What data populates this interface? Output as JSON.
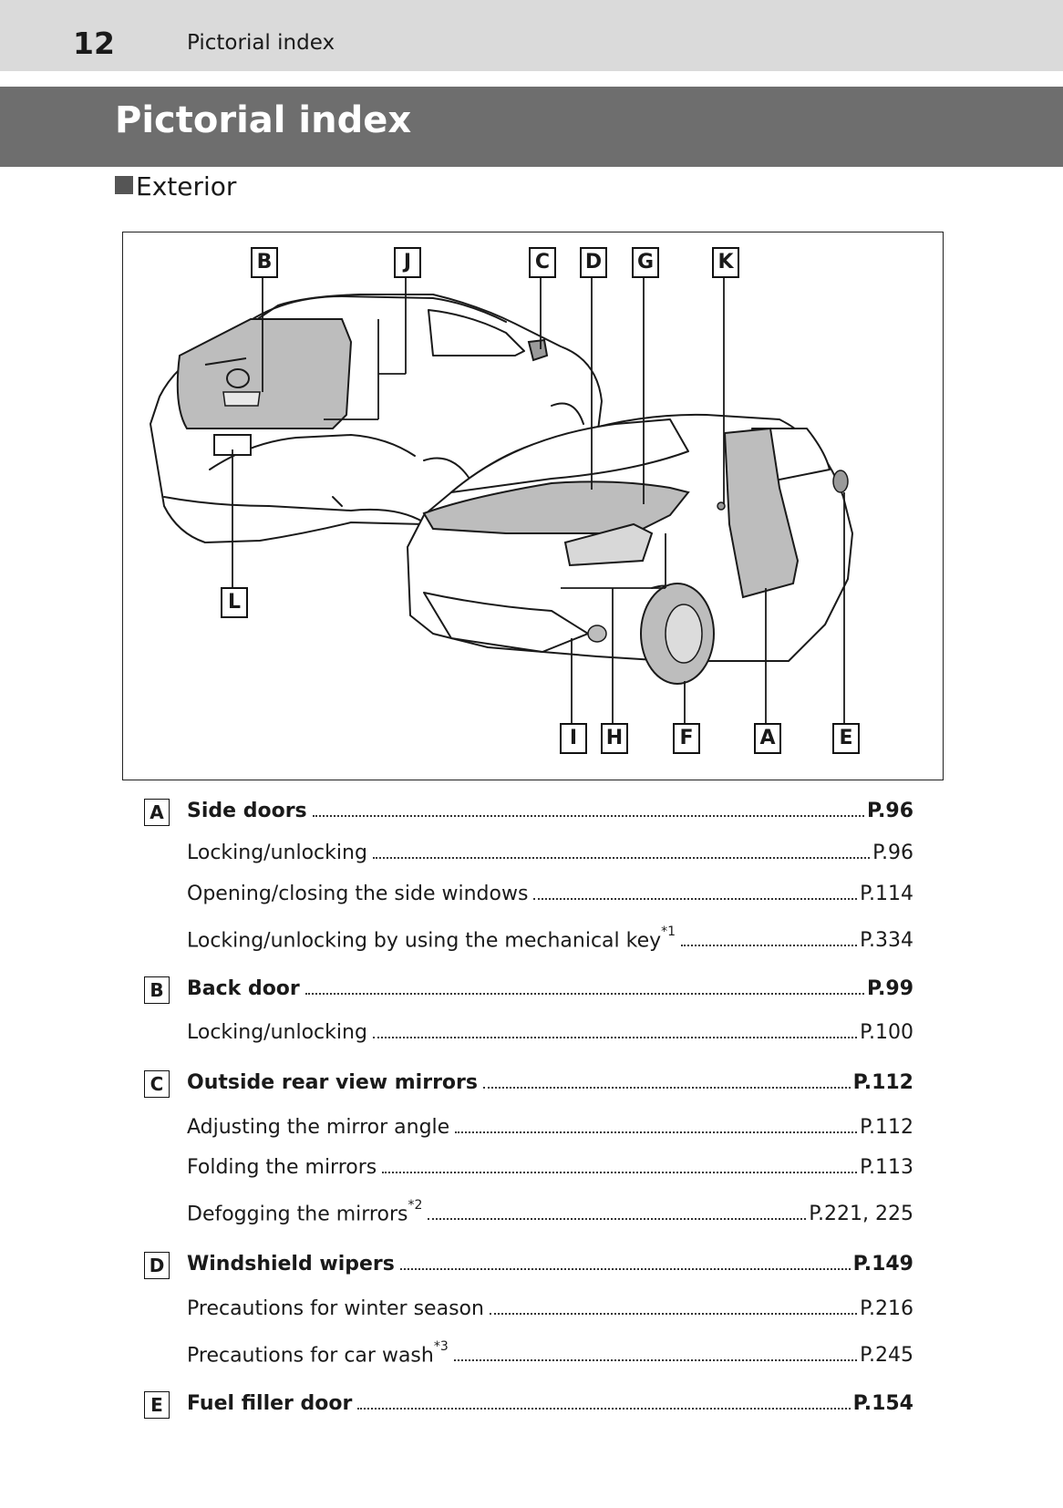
{
  "header": {
    "page_number": "12",
    "running_title": "Pictorial index"
  },
  "title": "Pictorial index",
  "section": "Exterior",
  "figure": {
    "callouts": [
      "B",
      "J",
      "C",
      "D",
      "G",
      "K",
      "L",
      "I",
      "H",
      "F",
      "A",
      "E"
    ]
  },
  "entries": [
    {
      "badge": "A",
      "label": "Side doors",
      "page": "P.96",
      "main": true
    },
    {
      "label": "Locking/unlocking",
      "page": "P.96"
    },
    {
      "label": "Opening/closing the side windows",
      "page": "P.114"
    },
    {
      "label": "Locking/unlocking by using the mechanical key",
      "note": "*1",
      "page": "P.334"
    },
    {
      "badge": "B",
      "label": "Back door",
      "page": "P.99",
      "main": true
    },
    {
      "label": "Locking/unlocking",
      "page": "P.100"
    },
    {
      "badge": "C",
      "label": "Outside rear view mirrors",
      "page": "P.112",
      "main": true
    },
    {
      "label": "Adjusting the mirror angle",
      "page": "P.112"
    },
    {
      "label": "Folding the mirrors",
      "page": "P.113"
    },
    {
      "label": "Defogging the mirrors",
      "note": "*2",
      "page": "P.221, 225"
    },
    {
      "badge": "D",
      "label": "Windshield wipers",
      "page": "P.149",
      "main": true
    },
    {
      "label": "Precautions for winter season",
      "page": "P.216"
    },
    {
      "label": "Precautions for car wash",
      "note": "*3",
      "page": "P.245"
    },
    {
      "badge": "E",
      "label": "Fuel filler door",
      "page": "P.154",
      "main": true
    }
  ]
}
